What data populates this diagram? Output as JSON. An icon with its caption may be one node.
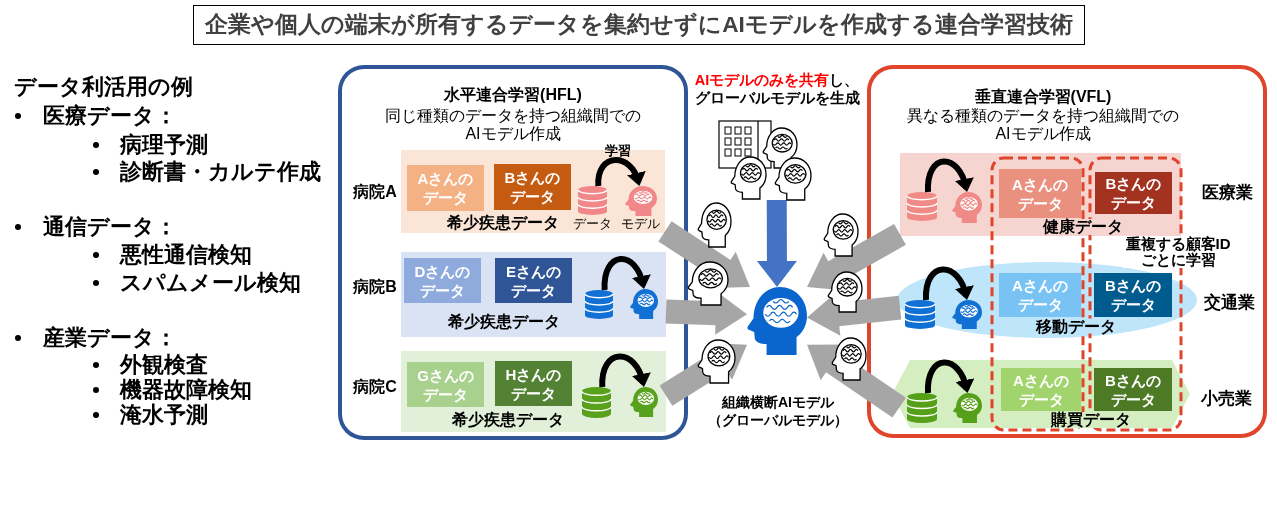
{
  "diagram": {
    "title": "企業や個人の端末が所有するデータを集約せずにAIモデルを作成する連合学習技術",
    "nodes": [
      {
        "text": [
          "水平連合学習(HFL)",
          "同じ種類のデータを持つ組織間でのAIモデル作成"
        ]
      },
      {
        "text": [
          "希少疾患データ"
        ],
        "beside": [
          "病院A"
        ],
        "in": 0
      },
      {
        "text": [
          "Aさんのデータ"
        ],
        "in": 1
      },
      {
        "text": [
          "Bさんのデータ"
        ],
        "in": 1
      },
      {
        "text": [],
        "shape": "cylinder",
        "beside": [
          "データ"
        ],
        "in": 1
      },
      {
        "text": [],
        "shape": "person",
        "beside": [
          "モデル"
        ],
        "in": 1
      },
      {
        "text": [
          "希少疾患データ"
        ],
        "beside": [
          "病院B"
        ],
        "in": 0
      },
      {
        "text": [
          "Dさんのデータ"
        ],
        "in": 6
      },
      {
        "text": [
          "Eさんのデータ"
        ],
        "in": 6
      },
      {
        "text": [],
        "shape": "cylinder",
        "in": 6
      },
      {
        "text": [],
        "shape": "person",
        "in": 6
      },
      {
        "text": [
          "希少疾患データ"
        ],
        "beside": [
          "病院C"
        ],
        "in": 0
      },
      {
        "text": [
          "Gさんのデータ"
        ],
        "in": 11
      },
      {
        "text": [
          "Hさんのデータ"
        ],
        "in": 11
      },
      {
        "text": [],
        "shape": "cylinder",
        "in": 11
      },
      {
        "text": [],
        "shape": "person",
        "in": 11
      },
      {
        "text": [],
        "shape": "picture"
      },
      {
        "text": [],
        "shape": "person",
        "beside": [
          "組織横断AIモデル（グローバルモデル）"
        ]
      },
      {
        "text": [
          "垂直連合学習(VFL)",
          "異なる種類のデータを持つ組織間でのAIモデル作成"
        ]
      },
      {
        "text": [
          "健康データ"
        ],
        "beside": [
          "医療業"
        ],
        "in": 18
      },
      {
        "text": [
          "Aさんのデータ"
        ],
        "in": 19
      },
      {
        "text": [
          "Bさんのデータ"
        ],
        "in": 19
      },
      {
        "text": [],
        "shape": "cylinder",
        "in": 19
      },
      {
        "text": [],
        "shape": "person",
        "in": 19
      },
      {
        "text": [
          "移動データ"
        ],
        "beside": [
          "交通業"
        ],
        "in": 18
      },
      {
        "text": [
          "Aさんのデータ"
        ],
        "in": 24
      },
      {
        "text": [
          "Bさんのデータ"
        ],
        "in": 24
      },
      {
        "text": [],
        "shape": "cylinder",
        "in": 24
      },
      {
        "text": [],
        "shape": "person",
        "in": 24
      },
      {
        "text": [
          "購買データ"
        ],
        "beside": [
          "小売業"
        ],
        "in": 18
      },
      {
        "text": [
          "Aさんのデータ"
        ],
        "in": 29
      },
      {
        "text": [
          "Bさんのデータ"
        ],
        "in": 29
      },
      {
        "text": [],
        "shape": "cylinder",
        "in": 29
      },
      {
        "text": [],
        "shape": "person",
        "in": 29
      }
    ],
    "edges": [
      {
        "from": 4,
        "to": 5,
        "arrow": "to",
        "label": "学習"
      },
      {
        "from": 9,
        "to": 10,
        "arrow": "to"
      },
      {
        "from": 14,
        "to": 15,
        "arrow": "to"
      },
      {
        "from": 22,
        "to": 23,
        "arrow": "to"
      },
      {
        "from": 27,
        "to": 28,
        "arrow": "to"
      },
      {
        "from": 32,
        "to": 33,
        "arrow": "to"
      },
      {
        "from": 1,
        "to": 17,
        "arrow": "to",
        "color": "#a6a6a6"
      },
      {
        "from": 6,
        "to": 17,
        "arrow": "to",
        "color": "#a6a6a6"
      },
      {
        "from": 11,
        "to": 17,
        "arrow": "to",
        "color": "#a6a6a6"
      },
      {
        "from": 19,
        "to": 17,
        "arrow": "to",
        "color": "#a6a6a6"
      },
      {
        "from": 24,
        "to": 17,
        "arrow": "to",
        "color": "#a6a6a6"
      },
      {
        "from": 29,
        "to": 17,
        "arrow": "to",
        "color": "#a6a6a6"
      },
      {
        "from": 16,
        "to": 17,
        "arrow": "to",
        "color": "#4472c4"
      }
    ],
    "labels": [
      "データ利活用の例",
      "医療データ：",
      "病理予測",
      "診断書・カルテ作成",
      "通信データ：",
      "悪性通信検知",
      "スパムメール検知",
      "産業データ：",
      "外観検査",
      "機器故障検知",
      "淹水予測",
      "**AIモデルのみを共有**し、グローバルモデルを生成",
      "重複する顧客IDごとに学習"
    ]
  }
}
